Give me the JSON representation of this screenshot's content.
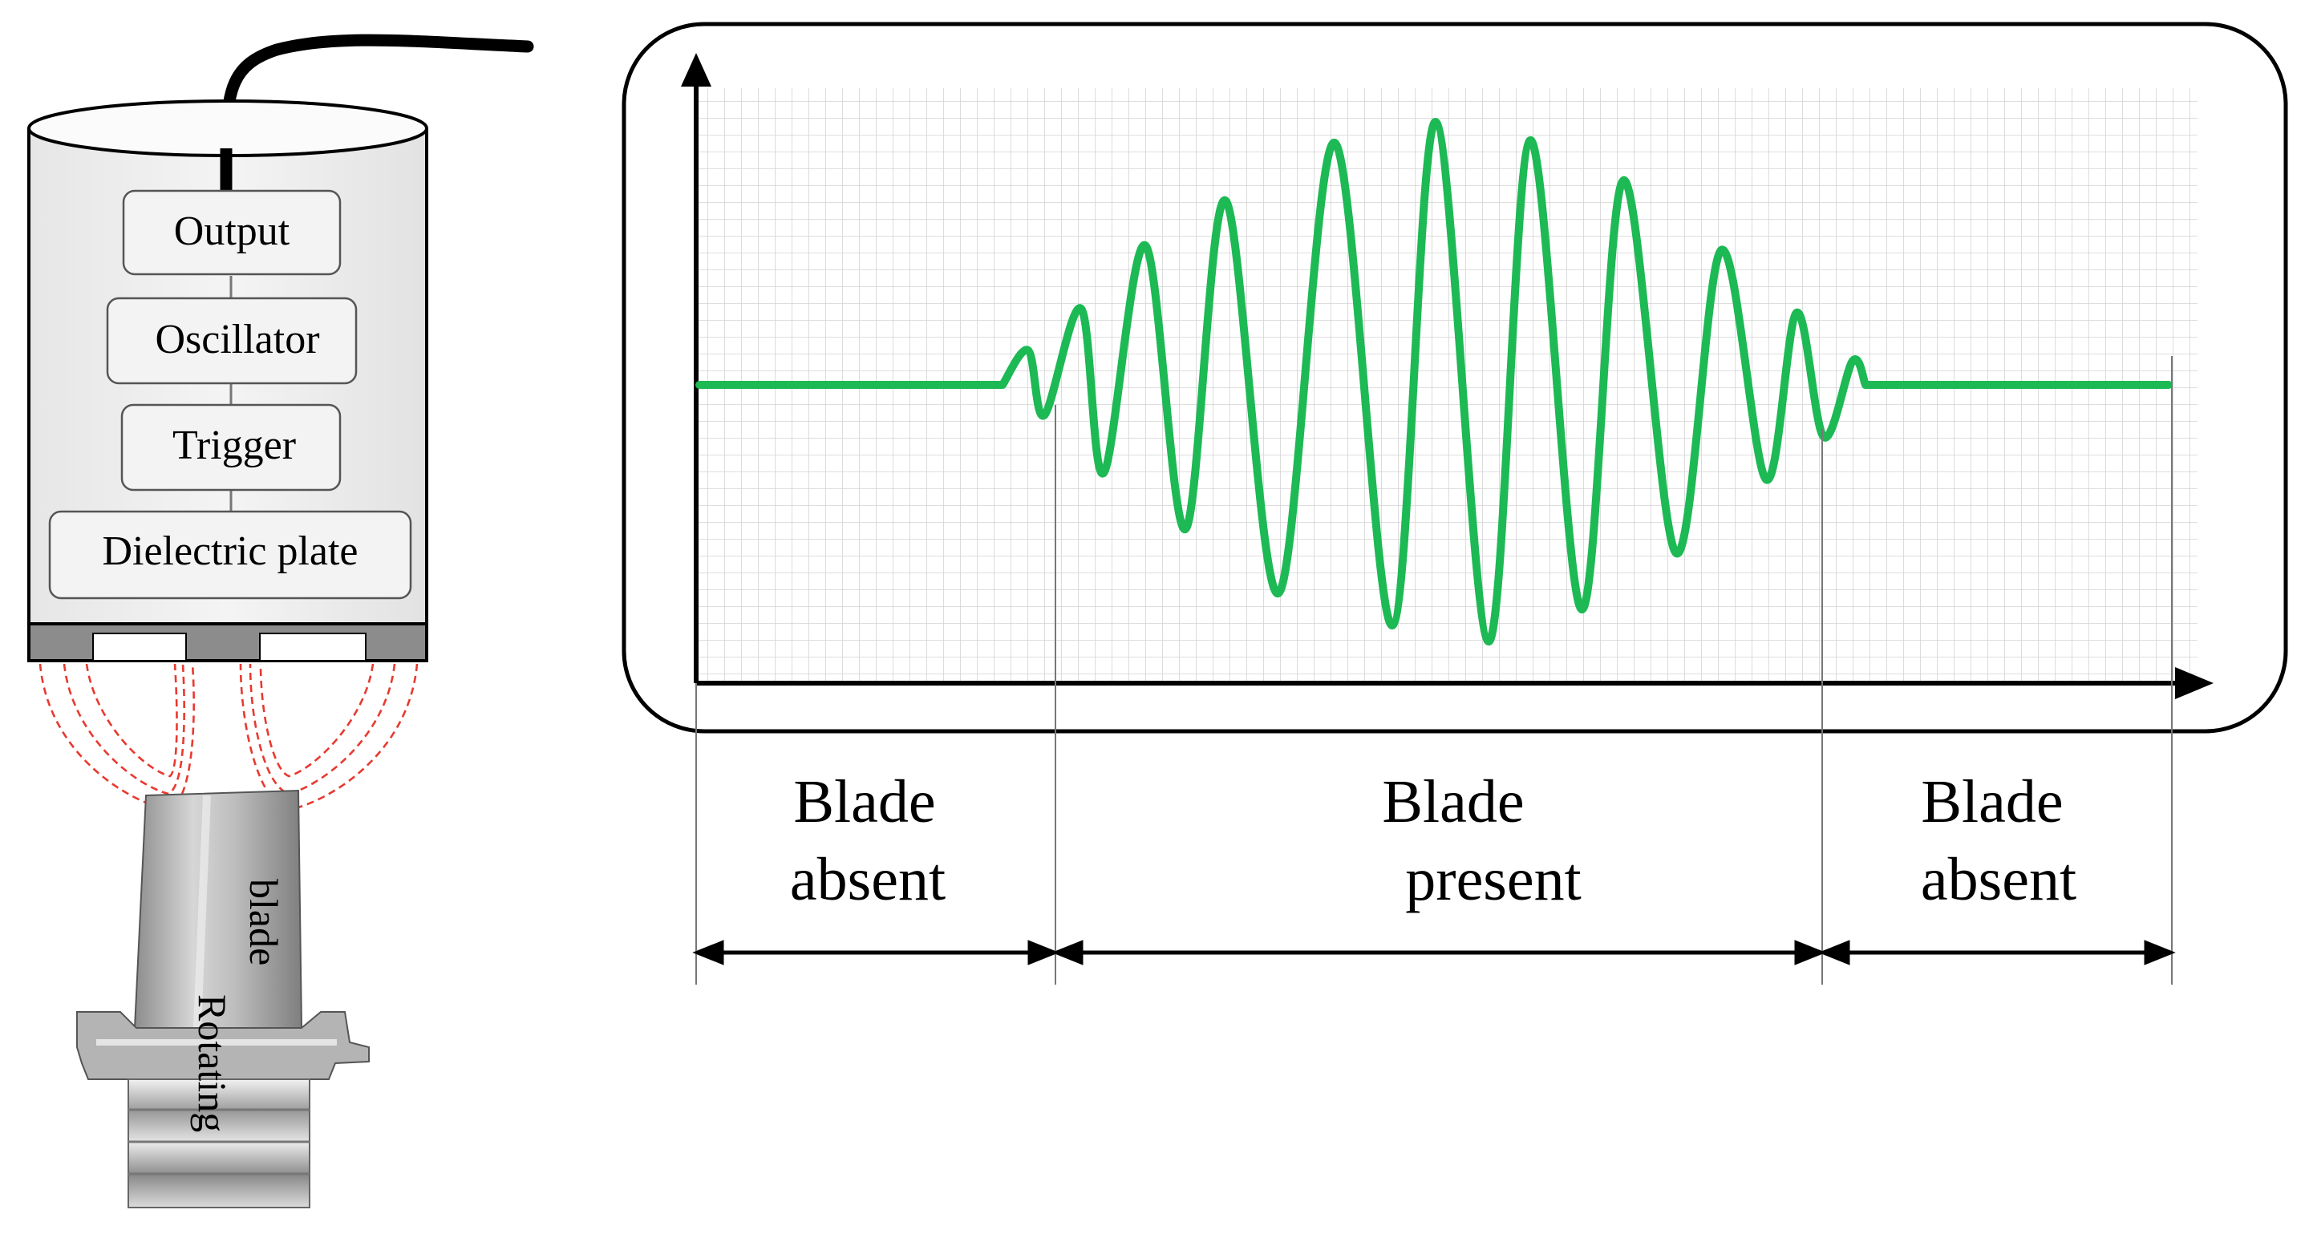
{
  "sensor": {
    "modules": [
      "Output",
      "Oscillator",
      "Trigger",
      "Dielectric plate"
    ],
    "blade_label_line1": "Rotating",
    "blade_label_line2": "blade"
  },
  "regions": [
    {
      "line1": "Blade",
      "line2": "absent"
    },
    {
      "line1": "Blade",
      "line2": "present"
    },
    {
      "line1": "Blade",
      "line2": "absent"
    }
  ],
  "colors": {
    "signal": "#1db954",
    "field_lines": "#e8392f",
    "grid": "#cfcfcf",
    "outline": "#000000",
    "sensor_body": "#eeeeee"
  },
  "icons": [
    "cable",
    "sensor-cylinder",
    "turbine-blade",
    "electric-field-lines",
    "arrow"
  ]
}
